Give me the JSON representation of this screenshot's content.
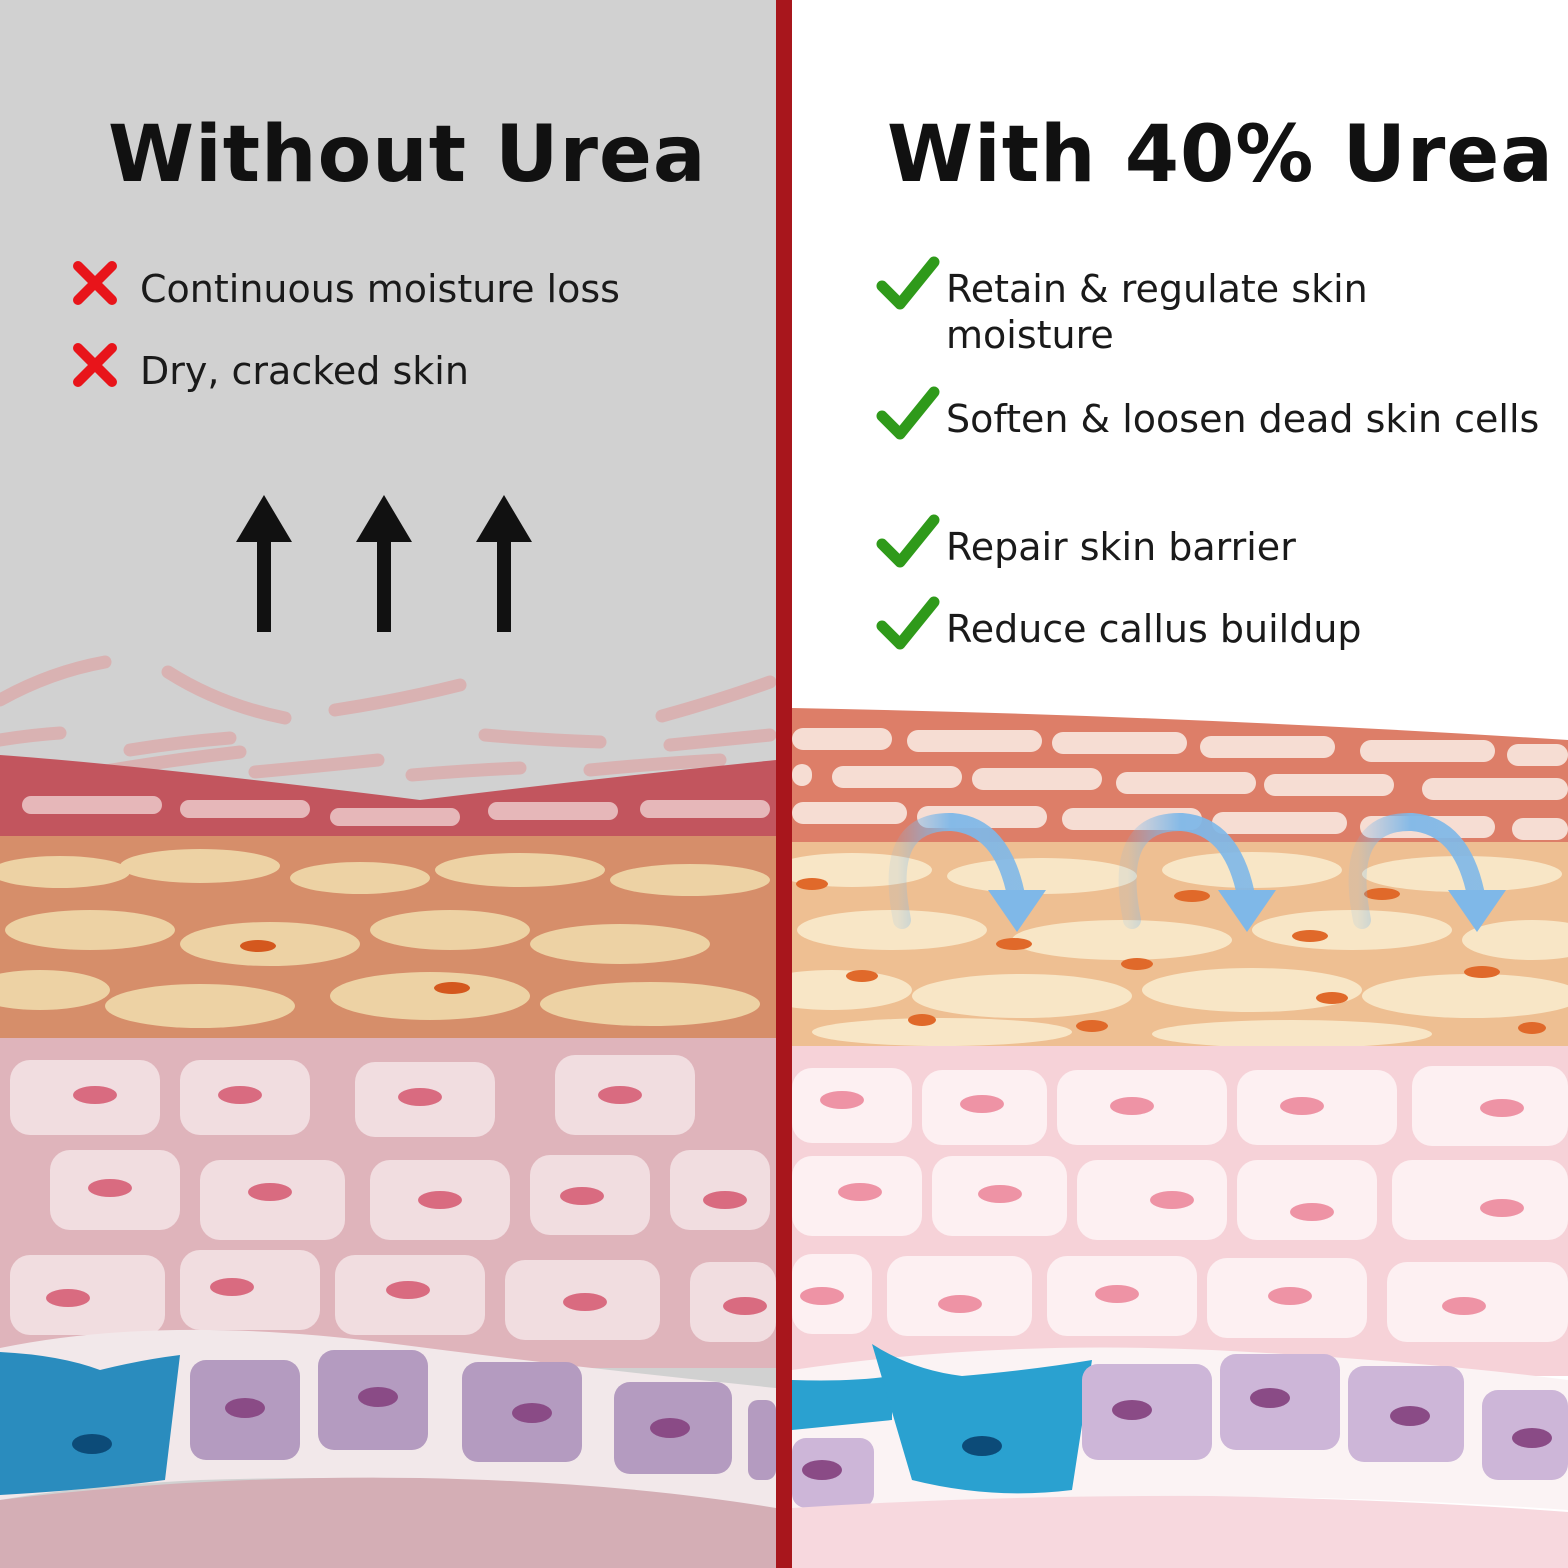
{
  "colors": {
    "left_background": "#d1d1d1",
    "right_background": "#ffffff",
    "divider": "#a8161c",
    "cross": "#e8141a",
    "check": "#2f9a1a",
    "arrow": "#111111",
    "moisture_arrow": "#7fb8e8"
  },
  "left_panel": {
    "title": "Without Urea",
    "items": [
      {
        "icon": "cross-icon",
        "text": "Continuous moisture loss"
      },
      {
        "icon": "cross-icon",
        "text": "Dry, cracked skin"
      }
    ],
    "upward_arrows": 3
  },
  "right_panel": {
    "title": "With 40% Urea",
    "items": [
      {
        "icon": "check-icon",
        "text": "Retain & regulate skin moisture"
      },
      {
        "icon": "check-icon",
        "text": "Soften & loosen dead skin cells"
      },
      {
        "icon": "check-icon",
        "text": "Repair skin barrier"
      },
      {
        "icon": "check-icon",
        "text": "Reduce callus buildup"
      }
    ],
    "moisture_arrows": 3
  }
}
